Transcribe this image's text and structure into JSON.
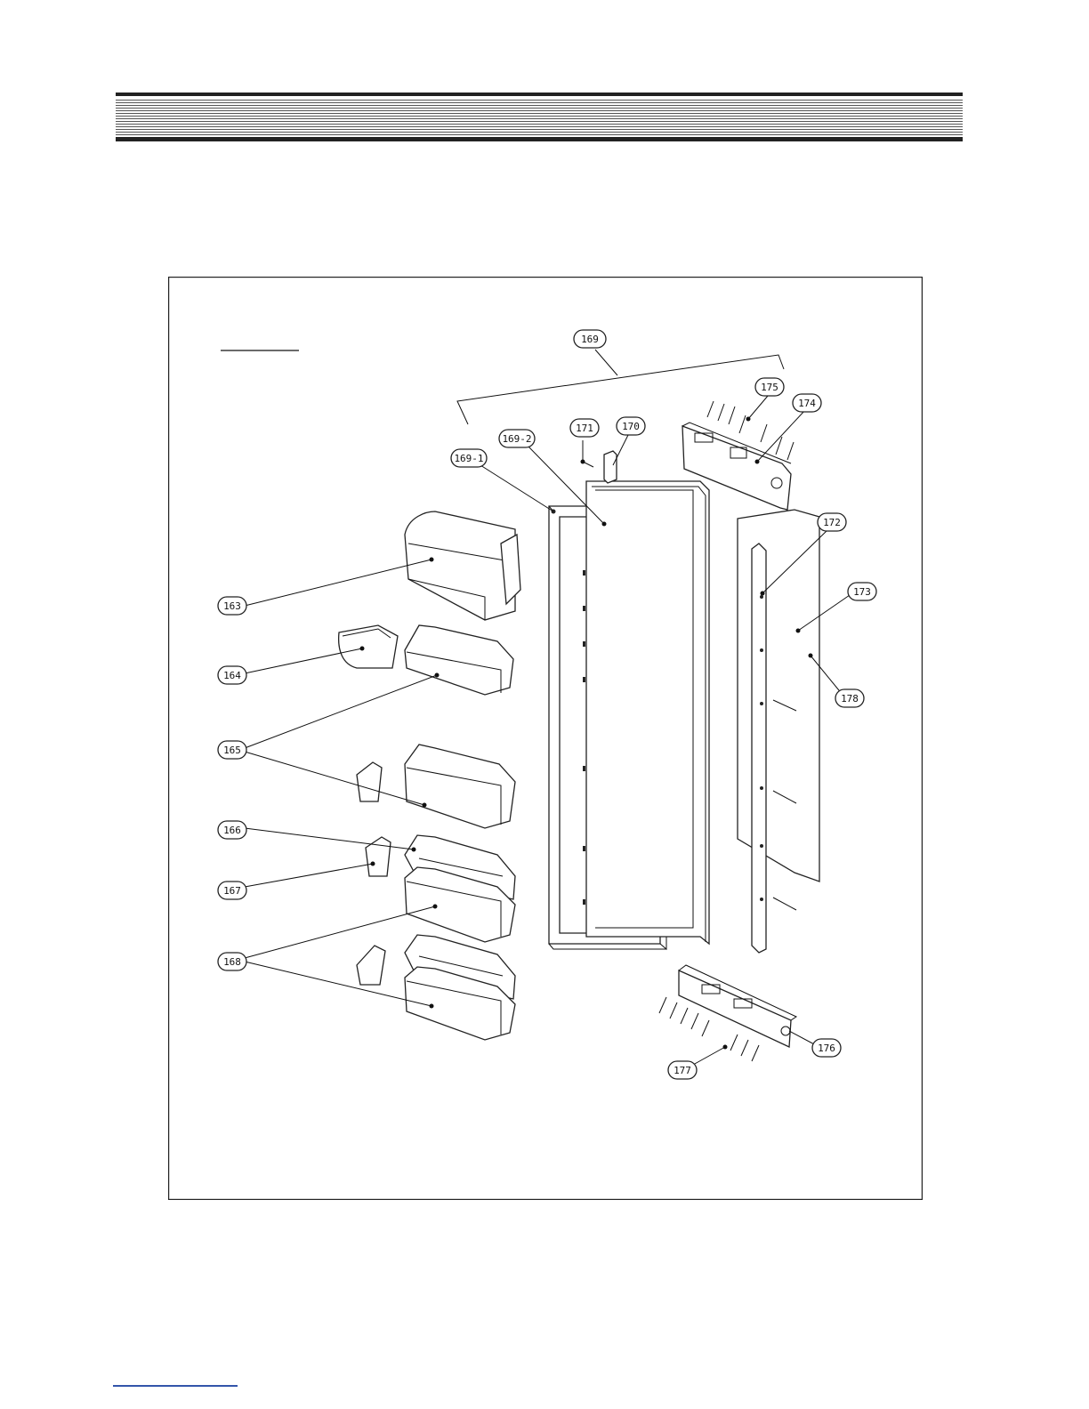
{
  "callouts": [
    {
      "id": "c169",
      "label": "169"
    },
    {
      "id": "c175",
      "label": "175"
    },
    {
      "id": "c174",
      "label": "174"
    },
    {
      "id": "c171",
      "label": "171"
    },
    {
      "id": "c170",
      "label": "170"
    },
    {
      "id": "c169_2",
      "label": "169-2"
    },
    {
      "id": "c169_1",
      "label": "169-1"
    },
    {
      "id": "c172",
      "label": "172"
    },
    {
      "id": "c173",
      "label": "173"
    },
    {
      "id": "c178",
      "label": "178"
    },
    {
      "id": "c163",
      "label": "163"
    },
    {
      "id": "c164",
      "label": "164"
    },
    {
      "id": "c165",
      "label": "165"
    },
    {
      "id": "c166",
      "label": "166"
    },
    {
      "id": "c167",
      "label": "167"
    },
    {
      "id": "c168",
      "label": "168"
    },
    {
      "id": "c176",
      "label": "176"
    },
    {
      "id": "c177",
      "label": "177"
    }
  ],
  "colors": {
    "line": "#111111",
    "footer_link": "#3355aa"
  }
}
